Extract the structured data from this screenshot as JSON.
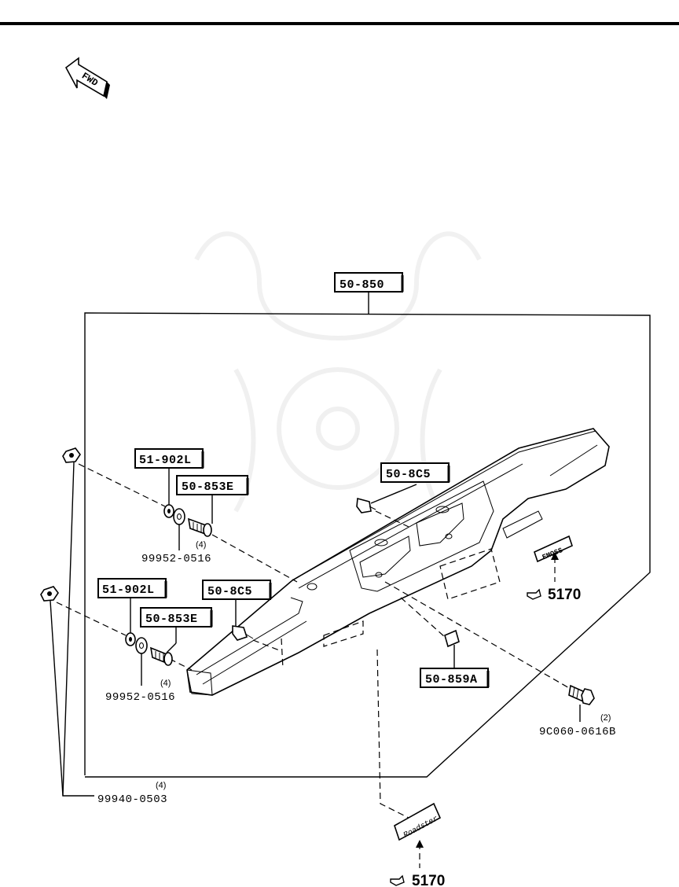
{
  "diagram": {
    "fwd_label": "FWD",
    "callouts": {
      "main_assembly": "50-850",
      "clip_upper": "50-8C5",
      "clip_lower": "50-8C5",
      "nut_upper": "51-902L",
      "nut_lower": "51-902L",
      "stud_upper": "50-853E",
      "stud_lower": "50-853E",
      "bracket": "50-859A"
    },
    "part_numbers": {
      "washer_upper": "99952-0516",
      "washer_lower": "99952-0516",
      "screw_right": "9C060-0616B",
      "nut_left": "99940-0503"
    },
    "quantities": {
      "washer_upper": "(4)",
      "washer_lower": "(4)",
      "screw_right": "(2)",
      "nut_left": "(4)"
    },
    "references": {
      "emblem_right": "5170",
      "emblem_bottom": "5170"
    },
    "emblems": {
      "right": "EMOSS",
      "bottom": "Roadster"
    }
  }
}
